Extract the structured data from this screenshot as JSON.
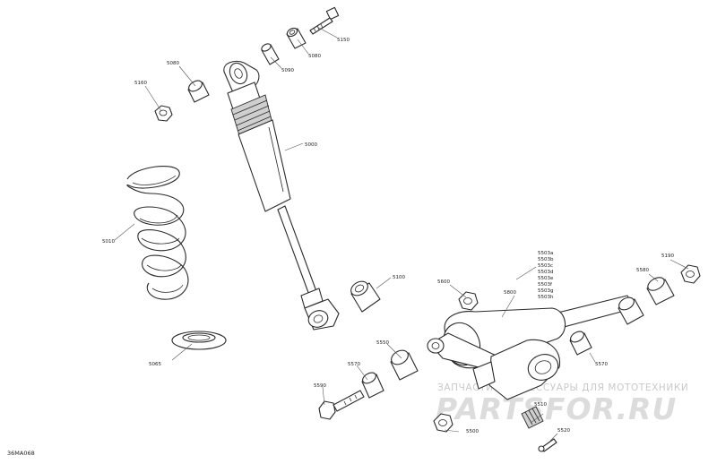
{
  "figure_code": "36MA068",
  "watermark": {
    "tagline": "ЗАПЧАСТИ И АКСЕССУАРЫ ДЛЯ МОТОТЕХНИКИ",
    "logo": "PARTSFOR.RU"
  },
  "callouts": {
    "c5150": "5150",
    "c5090": "5090",
    "c5080a": "5080",
    "c5080b": "5080",
    "c5160": "5160",
    "c5000": "5000",
    "c5010": "5010",
    "c5065": "5065",
    "c5100": "5100",
    "c5600": "5600",
    "c5800": "5800",
    "c5580": "5580",
    "c5190": "5190",
    "c5550": "5550",
    "c5570a": "5570",
    "c5570b": "5570",
    "c5590": "5590",
    "c5500": "5500",
    "c5510": "5510",
    "c5520": "5520"
  },
  "subcodes": [
    "5503a",
    "5503b",
    "5503c",
    "5503d",
    "5503e",
    "5503f",
    "5503g",
    "5503h"
  ],
  "colors": {
    "line": "#2a2a2a",
    "hatch": "#cfcfcf",
    "watermark": "#c9c9c9"
  }
}
